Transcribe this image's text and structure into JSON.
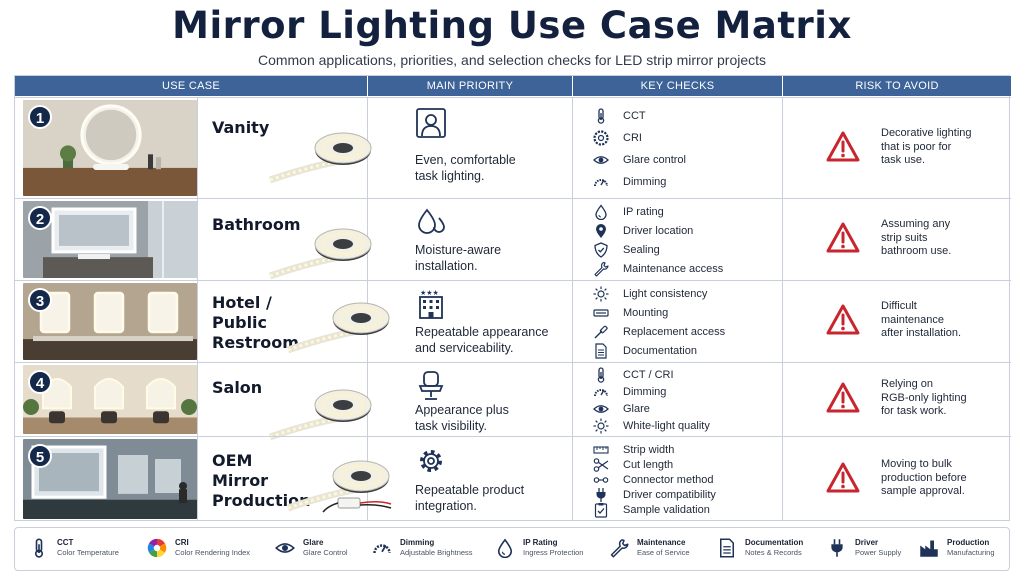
{
  "title": "Mirror Lighting Use Case Matrix",
  "subtitle": "Common applications, priorities, and selection checks for LED strip mirror projects",
  "headers": [
    "USE CASE",
    "MAIN PRIORITY",
    "KEY CHECKS",
    "RISK TO AVOID"
  ],
  "rows": [
    {
      "num": "1",
      "name_lines": [
        "Vanity"
      ],
      "priority_icon": "person-mirror-icon",
      "priority_lines": [
        "Even, comfortable",
        "task lighting."
      ],
      "checks": [
        {
          "icon": "thermometer-icon",
          "label": "CCT"
        },
        {
          "icon": "color-wheel-icon",
          "label": "CRI"
        },
        {
          "icon": "eye-icon",
          "label": "Glare control"
        },
        {
          "icon": "dimmer-gauge-icon",
          "label": "Dimming"
        }
      ],
      "risk_lines": [
        "Decorative lighting",
        "that is poor for",
        "task use."
      ]
    },
    {
      "num": "2",
      "name_lines": [
        "Bathroom"
      ],
      "priority_icon": "water-drops-icon",
      "priority_lines": [
        "Moisture-aware",
        "installation."
      ],
      "checks": [
        {
          "icon": "drop-icon",
          "label": "IP rating"
        },
        {
          "icon": "location-pin-icon",
          "label": "Driver location"
        },
        {
          "icon": "shield-icon",
          "label": "Sealing"
        },
        {
          "icon": "wrench-icon",
          "label": "Maintenance access"
        }
      ],
      "risk_lines": [
        "Assuming any",
        "strip suits",
        "bathroom use."
      ]
    },
    {
      "num": "3",
      "name_lines": [
        "Hotel /",
        "Public",
        "Restroom"
      ],
      "priority_icon": "hotel-building-icon",
      "priority_lines": [
        "Repeatable appearance",
        "and serviceability."
      ],
      "checks": [
        {
          "icon": "sun-icon",
          "label": "Light consistency"
        },
        {
          "icon": "mounting-bracket-icon",
          "label": "Mounting"
        },
        {
          "icon": "screwdriver-icon",
          "label": "Replacement access"
        },
        {
          "icon": "document-icon",
          "label": "Documentation"
        }
      ],
      "risk_lines": [
        "Difficult",
        "maintenance",
        "after installation."
      ]
    },
    {
      "num": "4",
      "name_lines": [
        "Salon"
      ],
      "priority_icon": "salon-chair-icon",
      "priority_lines": [
        "Appearance plus",
        "task visibility."
      ],
      "checks": [
        {
          "icon": "thermometer-icon",
          "label": "CCT / CRI"
        },
        {
          "icon": "dimmer-gauge-icon",
          "label": "Dimming"
        },
        {
          "icon": "eye-icon",
          "label": "Glare"
        },
        {
          "icon": "sun-icon",
          "label": "White-light quality"
        }
      ],
      "risk_lines": [
        "Relying on",
        "RGB-only lighting",
        "for task work."
      ]
    },
    {
      "num": "5",
      "name_lines": [
        "OEM",
        "Mirror",
        "Production"
      ],
      "priority_icon": "gear-icon",
      "priority_lines": [
        "Repeatable product",
        "integration."
      ],
      "checks": [
        {
          "icon": "ruler-icon",
          "label": "Strip width"
        },
        {
          "icon": "scissors-icon",
          "label": "Cut length"
        },
        {
          "icon": "connector-icon",
          "label": "Connector method"
        },
        {
          "icon": "plug-icon",
          "label": "Driver compatibility"
        },
        {
          "icon": "checklist-icon",
          "label": "Sample validation"
        }
      ],
      "risk_lines": [
        "Moving to bulk",
        "production before",
        "sample approval."
      ]
    }
  ],
  "legend": [
    {
      "icon": "thermometer-icon",
      "title": "CCT",
      "sub": "Color Temperature"
    },
    {
      "icon": "color-wheel-icon",
      "title": "CRI",
      "sub": "Color Rendering Index"
    },
    {
      "icon": "eye-icon",
      "title": "Glare",
      "sub": "Glare Control"
    },
    {
      "icon": "dimmer-gauge-icon",
      "title": "Dimming",
      "sub": "Adjustable Brightness"
    },
    {
      "icon": "drop-icon",
      "title": "IP Rating",
      "sub": "Ingress Protection"
    },
    {
      "icon": "wrench-icon",
      "title": "Maintenance",
      "sub": "Ease of Service"
    },
    {
      "icon": "document-icon",
      "title": "Documentation",
      "sub": "Notes & Records"
    },
    {
      "icon": "plug-icon",
      "title": "Driver",
      "sub": "Power Supply"
    },
    {
      "icon": "factory-icon",
      "title": "Production",
      "sub": "Manufacturing"
    }
  ],
  "colors": {
    "header_bg": "#3d6398",
    "title": "#13213f",
    "warning": "#c8262e",
    "badge": "#14284a"
  }
}
